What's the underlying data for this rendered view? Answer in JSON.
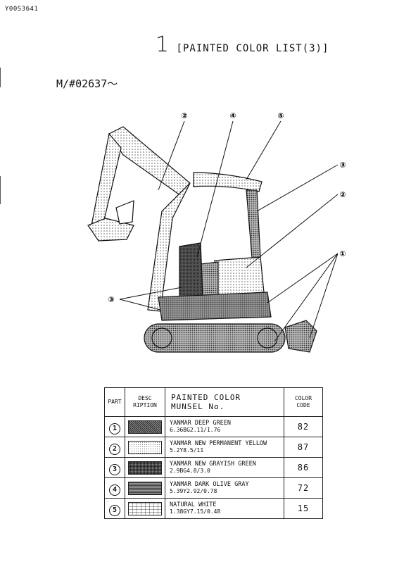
{
  "doc_id": "Y00S3641",
  "title": {
    "number": "1",
    "text": "[PAINTED COLOR LIST(3)]"
  },
  "serial": "M/#02637～",
  "callouts": [
    "①",
    "②",
    "③",
    "④",
    "⑤"
  ],
  "table": {
    "headers": {
      "part": "PART",
      "desc_line1": "DESC",
      "desc_line2": "RIPTION",
      "painted_line1": "PAINTED COLOR",
      "painted_line2": "MUNSEL No.",
      "code_line1": "COLOR",
      "code_line2": "CODE"
    },
    "rows": [
      {
        "part": "1",
        "name": "YANMAR DEEP GREEN",
        "munsel": "6.36BG2.11/1.76",
        "code": "82"
      },
      {
        "part": "2",
        "name": "YANMAR NEW PERMANENT YELLOW",
        "munsel": "5.2Y8.5/11",
        "code": "87"
      },
      {
        "part": "3",
        "name": "YANMAR NEW GRAYISH GREEN",
        "munsel": "2.9BG4.8/3.0",
        "code": "86"
      },
      {
        "part": "4",
        "name": "YANMAR DARK OLIVE GRAY",
        "munsel": "5.39Y2.92/0.78",
        "code": "72"
      },
      {
        "part": "5",
        "name": "NATURAL WHITE",
        "munsel": "1.38GY7.15/0.48",
        "code": "15"
      }
    ]
  }
}
